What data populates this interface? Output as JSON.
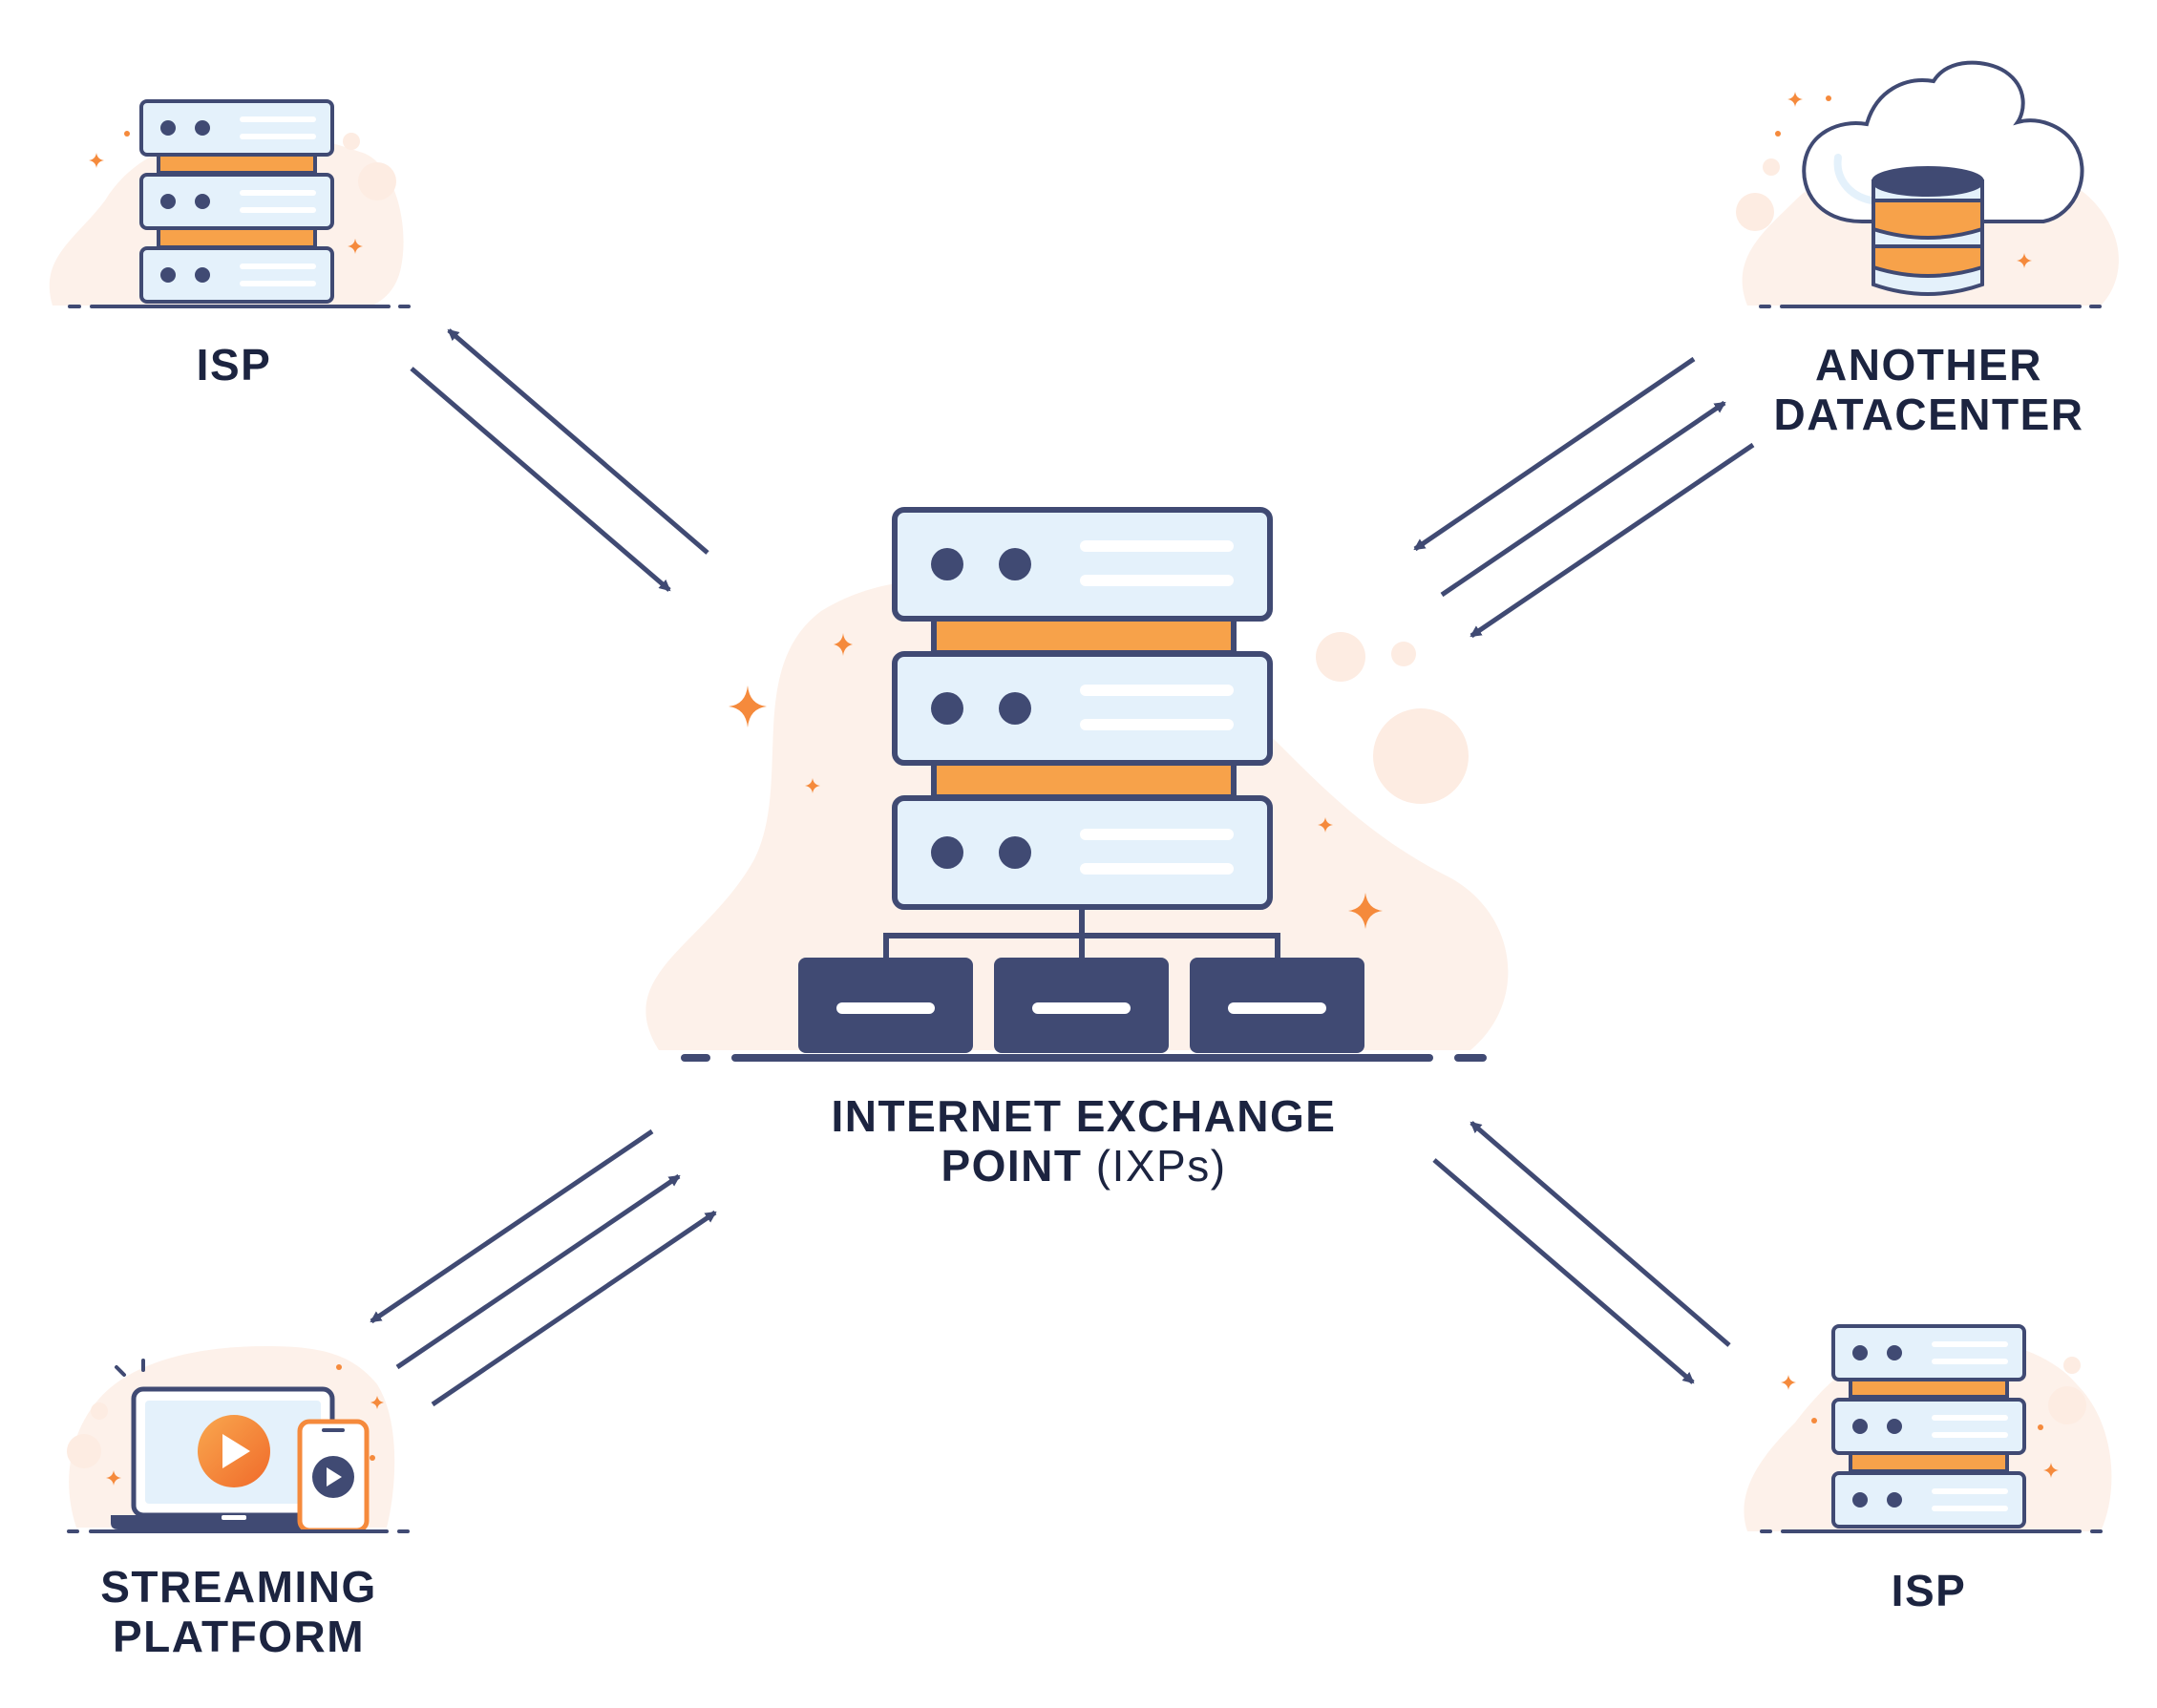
{
  "nodes": {
    "isp_top_left": {
      "label": "ISP"
    },
    "datacenter": {
      "line1": "ANOTHER",
      "line2": "DATACENTER"
    },
    "ixp": {
      "line1": "INTERNET EXCHANGE",
      "line2_bold": "POINT",
      "line2_light": "(IXPs)"
    },
    "streaming": {
      "line1": "STREAMING",
      "line2": "PLATFORM"
    },
    "isp_bottom_right": {
      "label": "ISP"
    }
  },
  "colors": {
    "navy": "#404a73",
    "orange": "#f7a24a",
    "panel": "#e4f1fb",
    "blob": "#fdf1ea",
    "sparkle": "#f58a3c"
  },
  "icons": {
    "ixp": "server-rack-network-icon",
    "isp": "server-rack-icon",
    "datacenter": "cloud-database-icon",
    "streaming": "laptop-phone-video-icon"
  }
}
